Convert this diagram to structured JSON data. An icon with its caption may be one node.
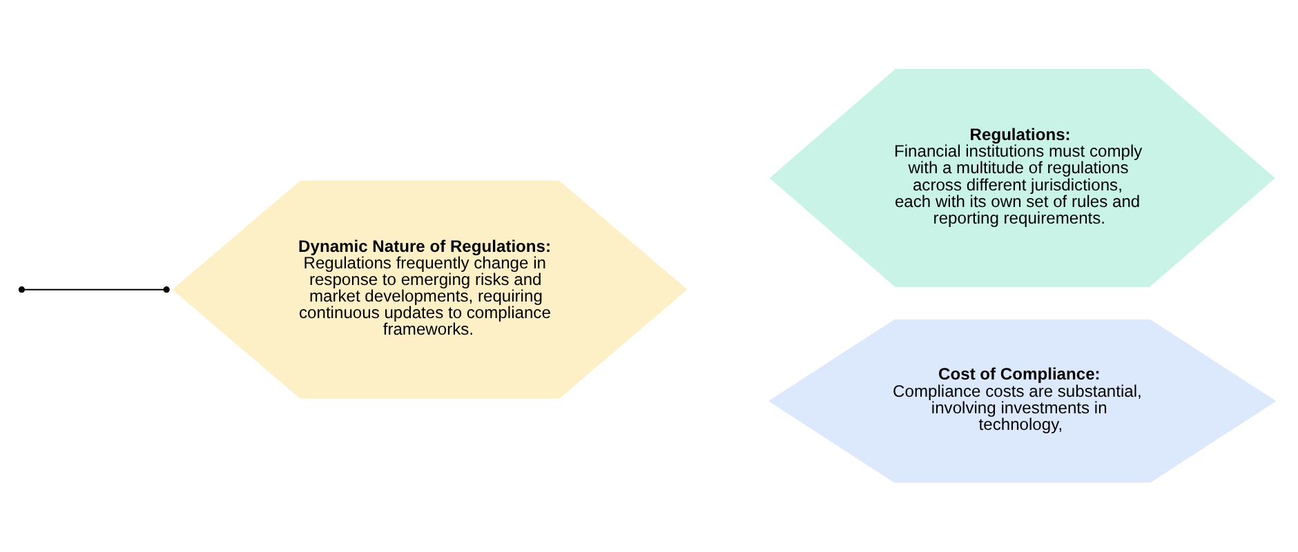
{
  "diagram": {
    "nodes": [
      {
        "text": [
          "Regulations:",
          "Financial institutions must comply with a multitude of regulations across different jurisdictions, each with its own set of rules and reporting requirements."
        ]
      },
      {
        "text": [
          "Dynamic Nature of Regulations:",
          "Regulations frequently change in response to emerging risks and market developments, requiring continuous updates to compliance frameworks."
        ]
      },
      {
        "text": [
          "Cost of Compliance:",
          "Compliance costs are substantial, involving investments in technology,"
        ]
      }
    ],
    "edges": [
      {
        "from": null,
        "to": 1,
        "arrow": "other"
      }
    ]
  }
}
